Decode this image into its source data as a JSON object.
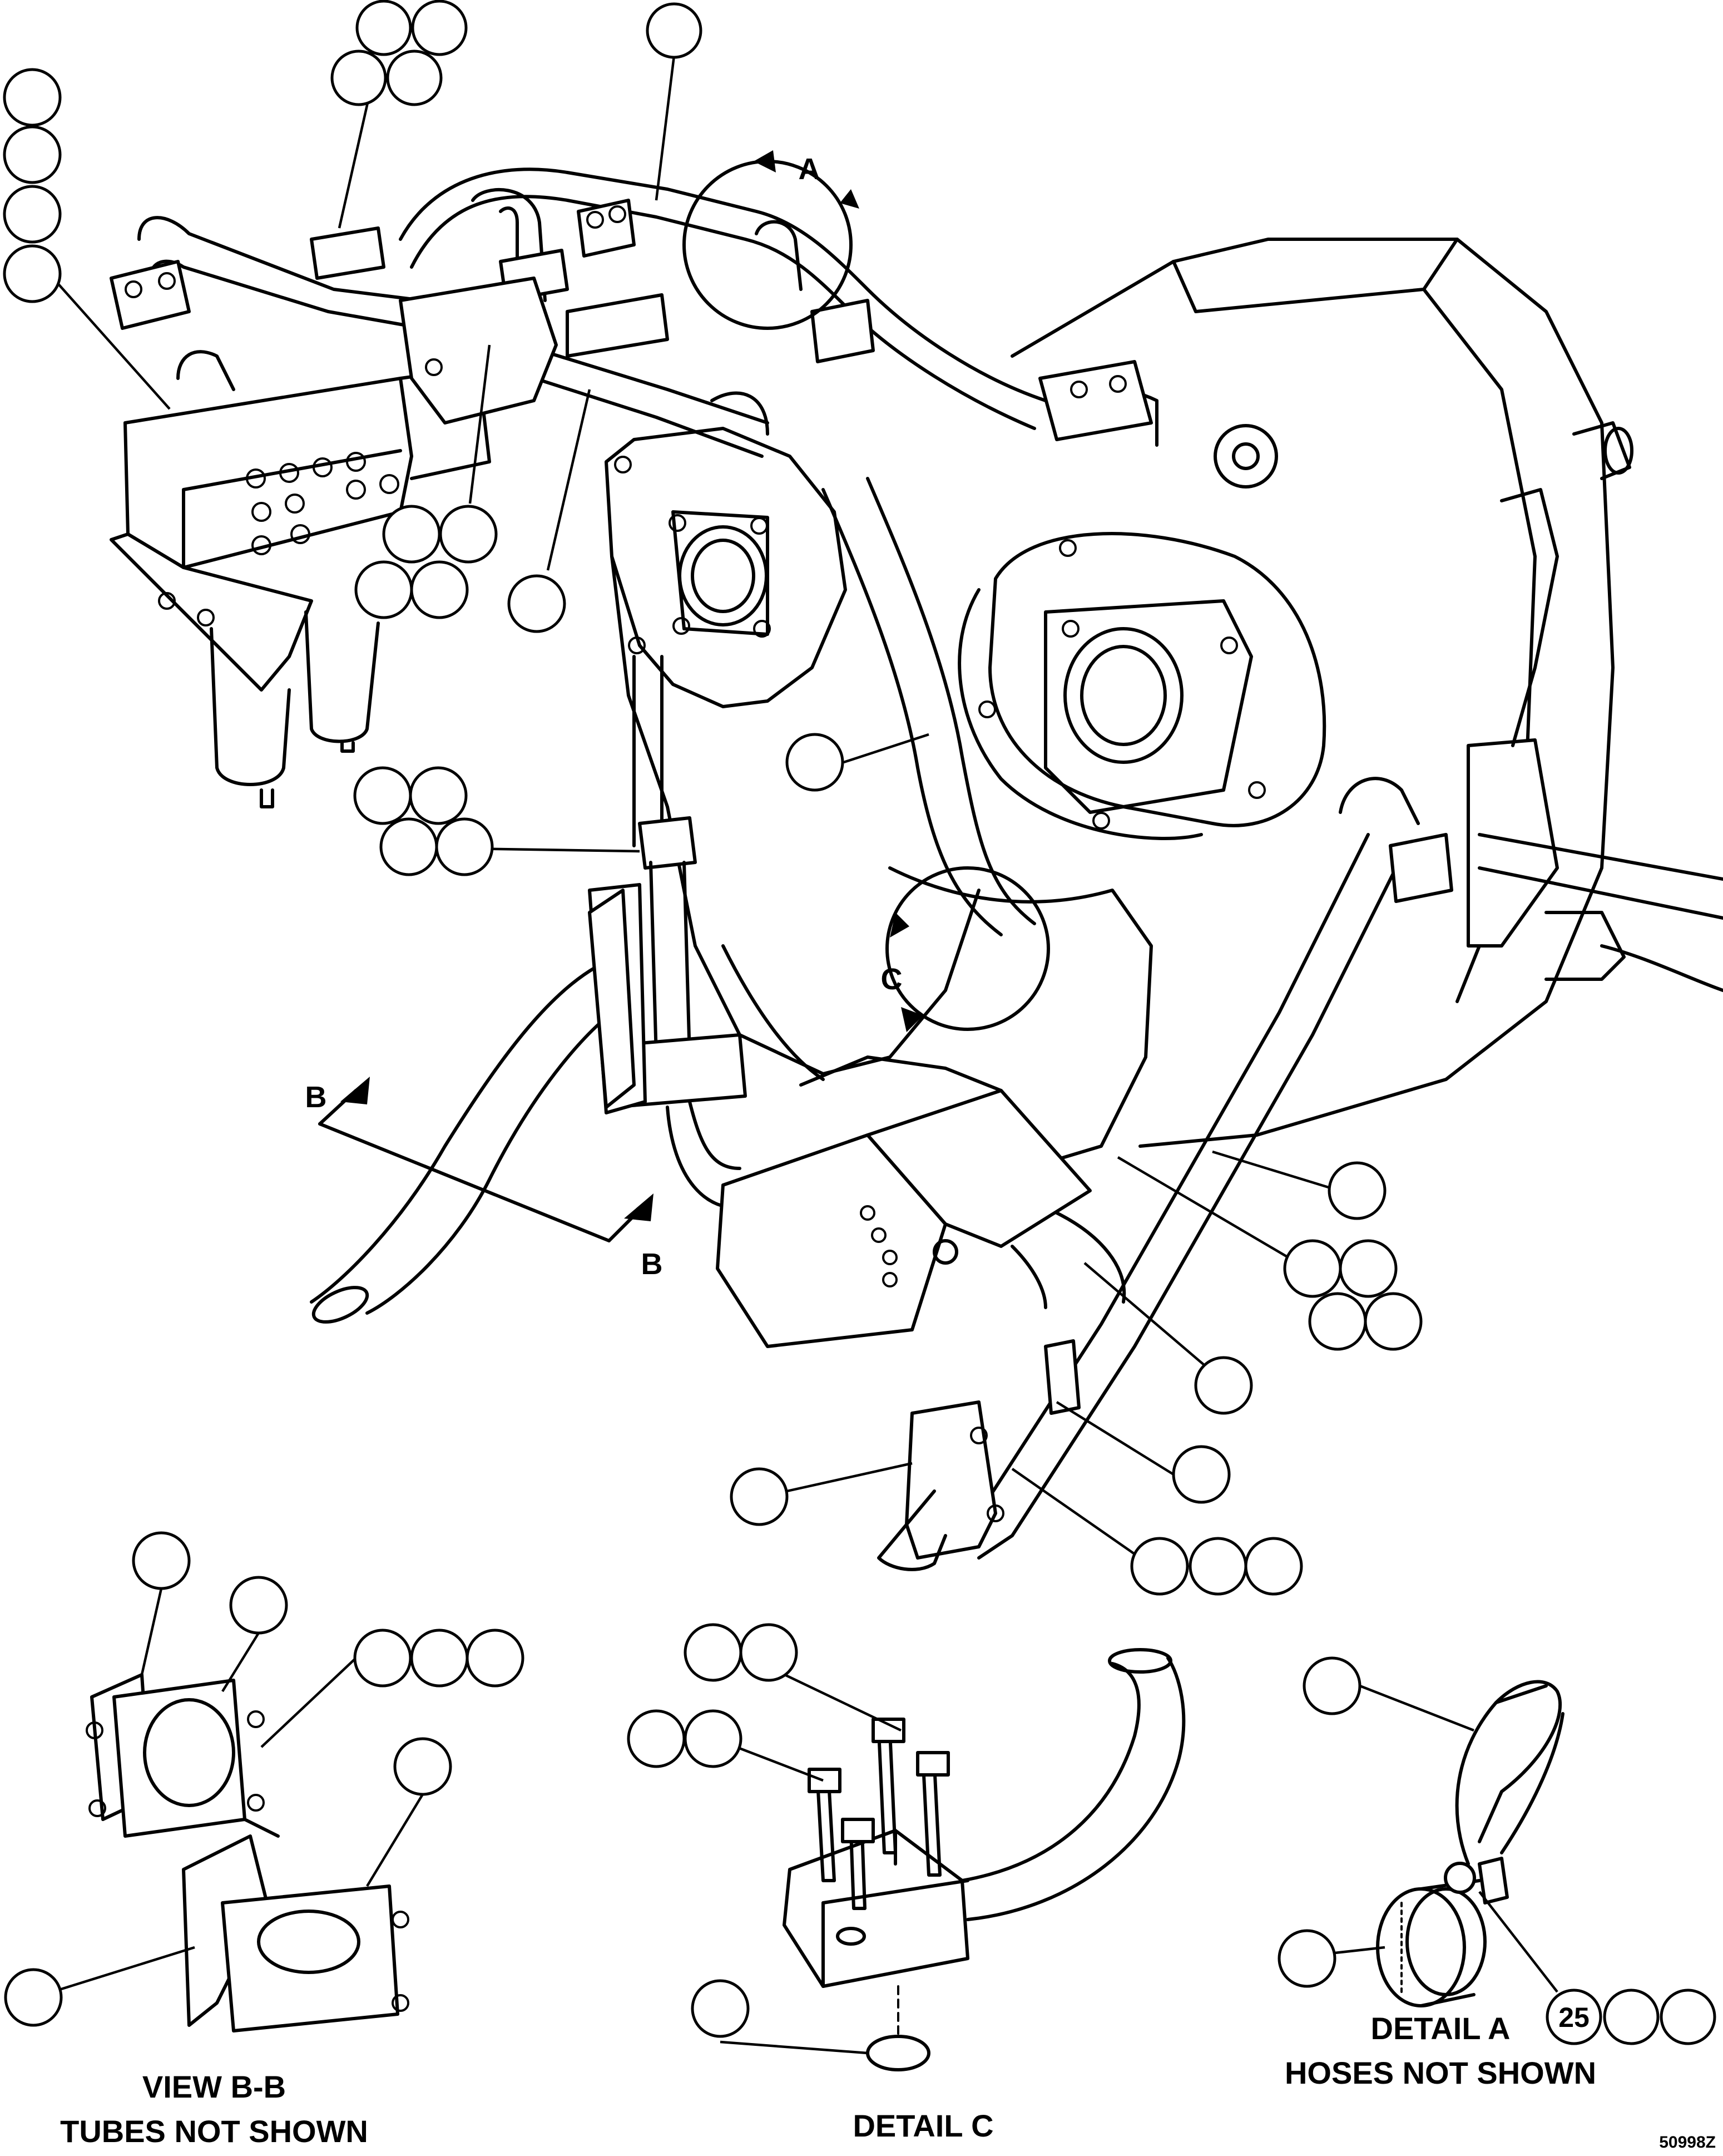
{
  "view_labels": {
    "detail_a_letter": "A",
    "detail_c_letter": "C",
    "section_b_top": "B",
    "section_b_bottom": "B"
  },
  "captions": {
    "view_bb_line1": "VIEW B-B",
    "view_bb_line2": "TUBES NOT SHOWN",
    "detail_c": "DETAIL C",
    "detail_a_line1": "DETAIL A",
    "detail_a_line2": "HOSES NOT SHOWN"
  },
  "callouts": {
    "detail_a_clamp_item": "25"
  },
  "drawing_number": "50998Z"
}
